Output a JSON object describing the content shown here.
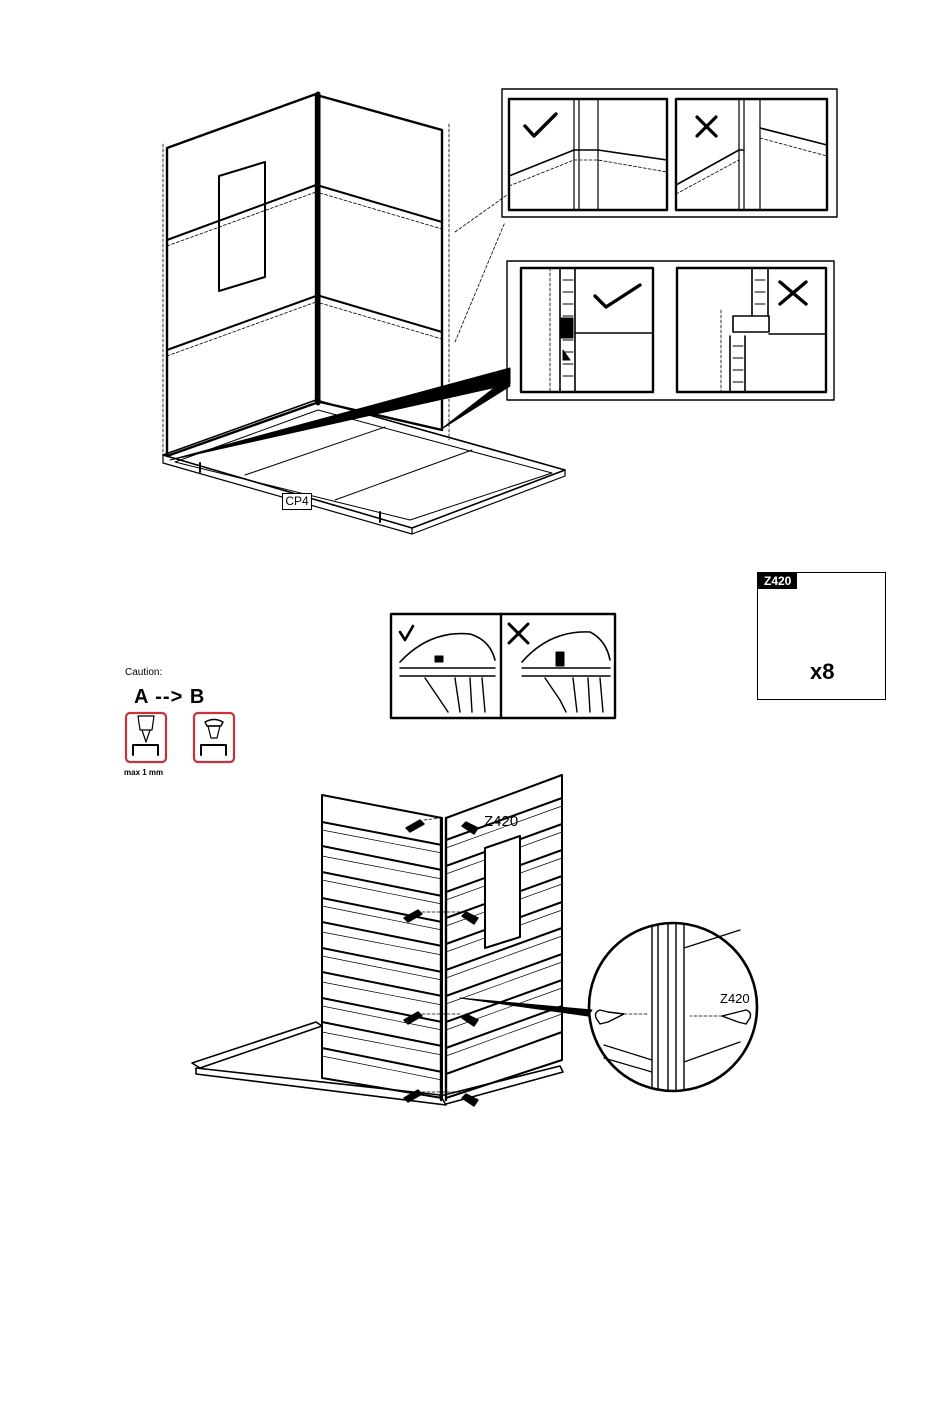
{
  "labels": {
    "cp4": "CP4",
    "part_code": "Z420",
    "part_qty": "x8",
    "caution": "Caution:",
    "ab_sequence": "A --> B",
    "max_depth": "max 1 mm",
    "callout_main": "Z420",
    "callout_detail": "Z420"
  },
  "icons": {
    "check": "check-mark-icon",
    "cross": "cross-mark-icon",
    "screw": "screw-icon",
    "drill": "drill-bit-icon"
  }
}
